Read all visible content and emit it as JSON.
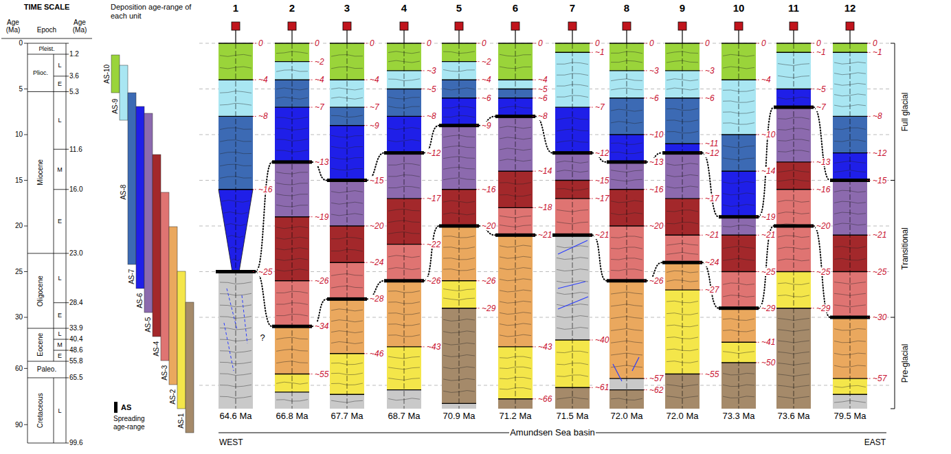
{
  "diagram": {
    "labels": [
      "TIME SCALE",
      "Age (Ma)",
      "Epoch",
      "Age (Ma)",
      "0",
      "5",
      "10",
      "15",
      "20",
      "25",
      "30",
      "60",
      "90",
      "Pleist.",
      "Plioc.",
      "Miocene",
      "Oligocene",
      "Eocene",
      "Paleo.",
      "Cretaceous",
      "L",
      "E",
      "L",
      "M",
      "E",
      "L",
      "E",
      "L",
      "M",
      "E",
      "L",
      "1.2",
      "3.6",
      "5.3",
      "11.6",
      "16.0",
      "23.0",
      "28.4",
      "33.9",
      "40.4",
      "48.6",
      "55.8",
      "65.5",
      "99.6",
      "Deposition age-range of each unit",
      "AS-10",
      "AS-9",
      "AS-8",
      "AS-7",
      "AS-6",
      "AS-5",
      "AS-4",
      "AS-3",
      "AS-2",
      "AS-1",
      "AS",
      "Spreading age-range",
      "1",
      "2",
      "3",
      "4",
      "5",
      "6",
      "7",
      "8",
      "9",
      "10",
      "11",
      "12",
      "0",
      "~4",
      "~8",
      "~16",
      "~25",
      "64.6 Ma",
      "0",
      "~2",
      "~4",
      "~7",
      "~13",
      "~19",
      "~26",
      "~34",
      "~55",
      "66.8 Ma",
      "0",
      "~4",
      "~7",
      "~9",
      "~15",
      "~20",
      "~24",
      "~28",
      "~46",
      "67.7 Ma",
      "0",
      "~3",
      "~5",
      "~8",
      "~12",
      "~17",
      "~22",
      "~26",
      "~43",
      "68.7 Ma",
      "0",
      "~2",
      "~4",
      "~6",
      "~9",
      "~16",
      "~20",
      "~26",
      "~29",
      "70.9 Ma",
      "0",
      "~4",
      "~5",
      "~6",
      "~8",
      "~14",
      "~18",
      "~21",
      "~43",
      "~66",
      "71.2 Ma",
      "0",
      "~1",
      "~7",
      "~12",
      "~15",
      "~17",
      "~21",
      "~40",
      "~61",
      "71.5 Ma",
      "0",
      "~3",
      "~6",
      "~10",
      "~13",
      "~16",
      "~20",
      "~26",
      "~57",
      "~62",
      "72.0 Ma",
      "0",
      "~3",
      "~6",
      "~11",
      "~12",
      "~17",
      "~21",
      "~24",
      "~27",
      "~55",
      "72.0 Ma",
      "0",
      "~4",
      "~10",
      "~14",
      "~19",
      "~21",
      "~25",
      "~29",
      "~41",
      "~50",
      "73.3 Ma",
      "0",
      "~1",
      "~5",
      "~7",
      "~13",
      "~16",
      "~20",
      "~25",
      "~29",
      "73.6 Ma",
      "0",
      "~1",
      "~8",
      "~12",
      "~15",
      "~21",
      "~25",
      "~30",
      "~57",
      "79.5 Ma",
      "?",
      "WEST",
      "Amundsen Sea basin",
      "EAST",
      "Full glacial",
      "Transitional",
      "Pre-glacial"
    ]
  }
}
